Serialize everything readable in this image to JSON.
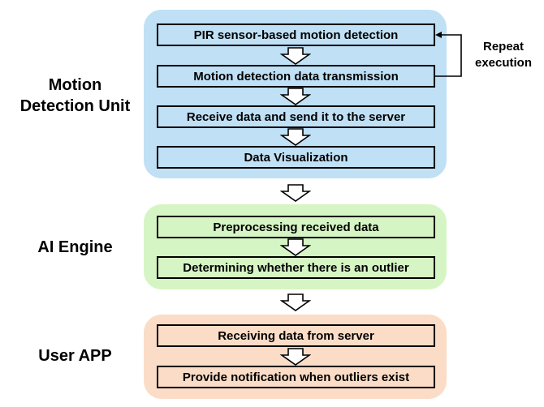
{
  "units": {
    "motion": {
      "label": "Motion\nDetection Unit",
      "color": "#bfe0f5",
      "steps": [
        "PIR sensor-based motion detection",
        "Motion detection data transmission",
        "Receive data and send it to the server",
        "Data Visualization"
      ]
    },
    "ai": {
      "label": "AI Engine",
      "color": "#d6f5c4",
      "steps": [
        "Preprocessing received data",
        "Determining whether there is an outlier"
      ]
    },
    "app": {
      "label": "User APP",
      "color": "#fbdcc7",
      "steps": [
        "Receiving data from server",
        "Provide notification when outliers exist"
      ]
    }
  },
  "loop_note": "Repeat\nexecution"
}
